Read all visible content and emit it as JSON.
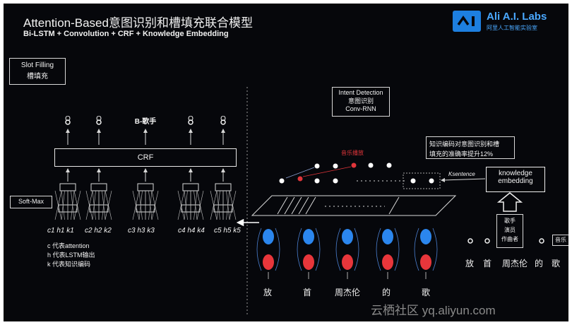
{
  "header": {
    "title": "Attention-Based意图识别和槽填充联合模型",
    "subtitle": "Bi-LSTM + Convolution + CRF + Knowledge Embedding",
    "logo_text": "Ali A.I. Labs",
    "logo_sub": "阿里人工智能实验室"
  },
  "slot": {
    "label_en": "Slot Filling",
    "label_zh": "槽填充",
    "outputs": [
      "O",
      "O",
      "B-歌手",
      "O",
      "O"
    ],
    "crf_label": "CRF",
    "softmax_label": "Soft-Max",
    "sub_labels": [
      "c1 h1 k1",
      "c2 h2 k2",
      "c3 h3 k3",
      "c4 h4 k4",
      "c5 h5 k5"
    ],
    "legend": [
      "c 代表attention",
      "h 代表LSTM输出",
      "k 代表知识编码"
    ]
  },
  "intent": {
    "label_en": "Intent Detection",
    "label_zh": "意图识别",
    "label_model": "Conv-RNN",
    "intent_tag": "音乐播放",
    "k_sentence": "Ksentence",
    "note_line1": "知识编码对意图识别和槽",
    "note_line2": "填充的准确率提升12%",
    "knowledge_line1": "knowledge",
    "knowledge_line2": "embedding",
    "entity_types": [
      "歌手",
      "演员",
      "作曲者"
    ],
    "music_label": "音乐"
  },
  "tokens": [
    "放",
    "首",
    "周杰伦",
    "的",
    "歌"
  ],
  "watermark": "云栖社区 yq.aliyun.com"
}
